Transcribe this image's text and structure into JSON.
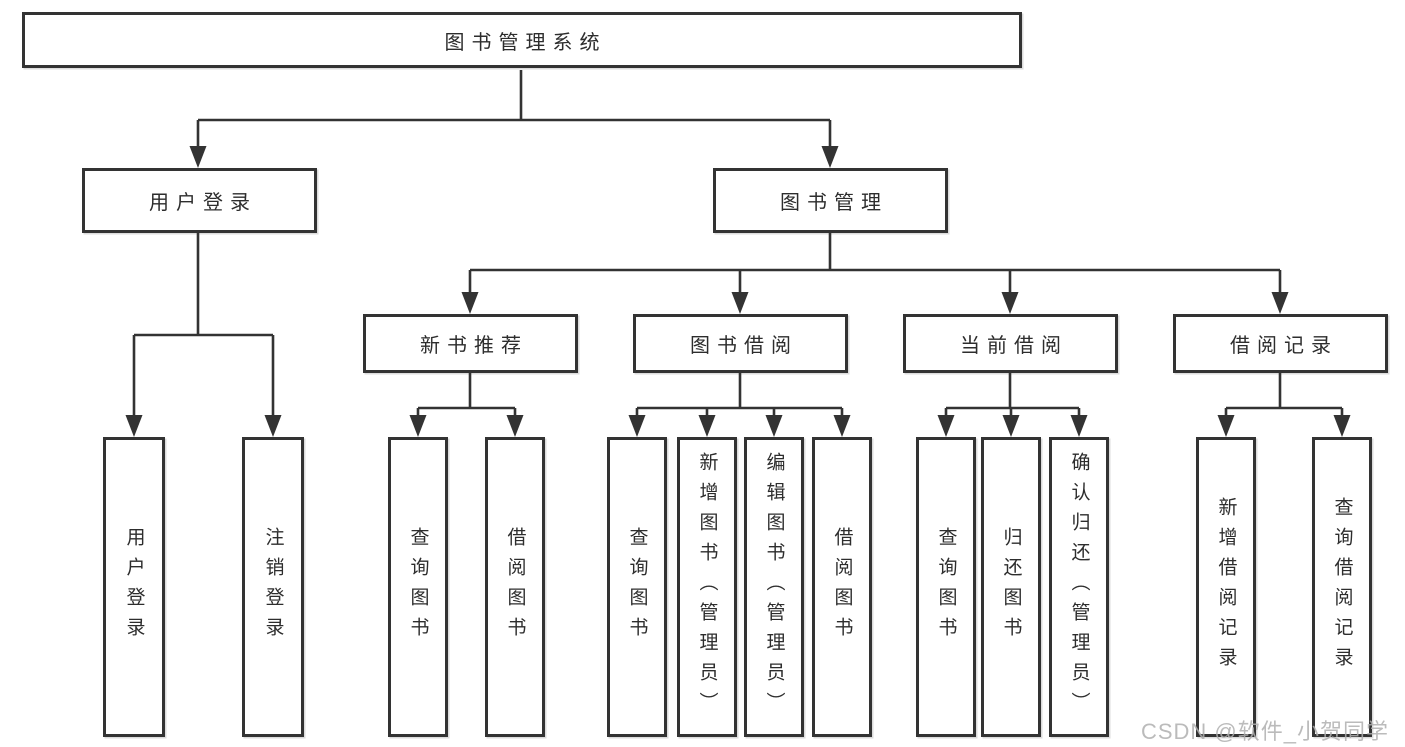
{
  "tree": {
    "root": "图书管理系统",
    "branches": [
      {
        "label": "用户登录",
        "children": [
          "用户登录",
          "注销登录"
        ]
      },
      {
        "label": "图书管理",
        "groups": [
          {
            "label": "新书推荐",
            "children": [
              "查询图书",
              "借阅图书"
            ]
          },
          {
            "label": "图书借阅",
            "children": [
              "查询图书",
              "新增图书（管理员）",
              "编辑图书（管理员）",
              "借阅图书"
            ]
          },
          {
            "label": "当前借阅",
            "children": [
              "查询图书",
              "归还图书",
              "确认归还（管理员）"
            ]
          },
          {
            "label": "借阅记录",
            "children": [
              "新增借阅记录",
              "查询借阅记录"
            ]
          }
        ]
      }
    ]
  },
  "watermark": {
    "text": "CSDN @软件_小贺同学"
  },
  "colors": {
    "line": "#333333",
    "text": "#2d2d2d",
    "box_background": "#ffffff",
    "page_background": "#ffffff",
    "watermark": "#b0b0b0"
  }
}
